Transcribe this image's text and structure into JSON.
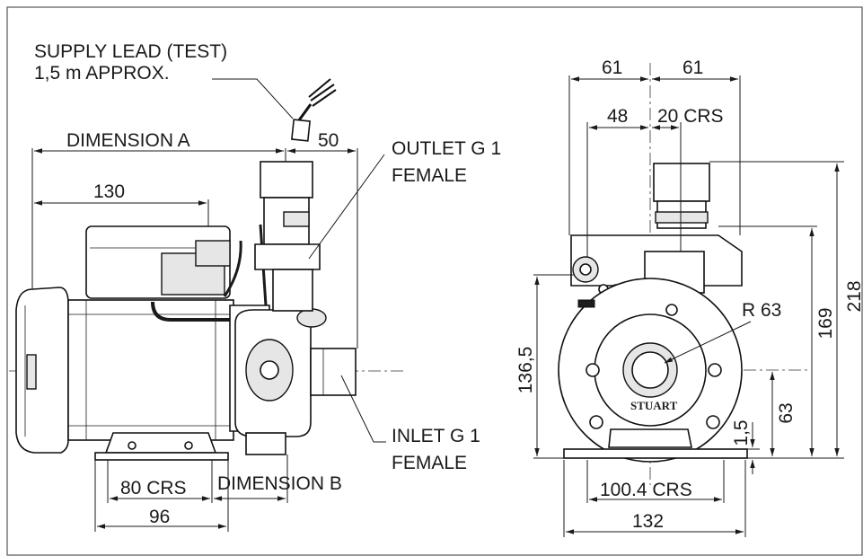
{
  "labels": {
    "supply_lead_line1": "SUPPLY LEAD (TEST)",
    "supply_lead_line2": "1,5 m APPROX.",
    "dimension_a": "DIMENSION A",
    "dim_50": "50",
    "outlet_line1": "OUTLET G 1",
    "outlet_line2": "FEMALE",
    "dim_130": "130",
    "inlet_line1": "INLET G 1",
    "inlet_line2": "FEMALE",
    "dim_80crs": "80 CRS",
    "dimension_b": "DIMENSION B",
    "dim_96": "96",
    "dim_61_left": "61",
    "dim_61_right": "61",
    "dim_48": "48",
    "dim_20crs": "20 CRS",
    "dim_r63": "R 63",
    "dim_136_5": "136,5",
    "dim_169": "169",
    "dim_218": "218",
    "dim_63": "63",
    "dim_1_5": "1,5",
    "dim_100_4crs": "100.4 CRS",
    "dim_132": "132",
    "brand": "STUART"
  },
  "colors": {
    "line": "#1a1a1a",
    "frame": "#555555",
    "fill_light": "#e6e6e6",
    "fill_dark": "#1c1c1c"
  }
}
